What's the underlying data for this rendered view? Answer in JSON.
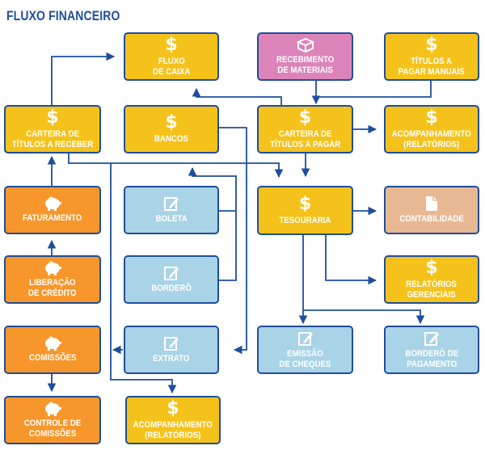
{
  "title": "FLUXO FINANCEIRO",
  "colors": {
    "line": "#1f4e9c",
    "yellow": "#f5c21b",
    "orange": "#f7962b",
    "blue": "#a9d3e6",
    "pink": "#dc84b9",
    "peach": "#e8b893"
  },
  "nodes": {
    "fluxo_caixa": {
      "label": "FLUXO\nDE CAIXA",
      "icon": "dollar-icon"
    },
    "recebimento": {
      "label": "RECEBIMENTO\nDE MATERIAIS",
      "icon": "box-icon"
    },
    "titulos_pagar_manuais": {
      "label": "TÍTULOS A\nPAGAR MANUAIS",
      "icon": "dollar-icon"
    },
    "carteira_receber": {
      "label": "CARTEIRA DE\nTÍTULOS A RECEBER",
      "icon": "dollar-icon"
    },
    "bancos": {
      "label": "BANCOS",
      "icon": "dollar-icon"
    },
    "carteira_pagar": {
      "label": "CARTEIRA DE\nTÍTULOS A PAGAR",
      "icon": "dollar-icon"
    },
    "acompanhamento_top": {
      "label": "ACOMPANHAMENTO\n(RELATÓRIOS)",
      "icon": "dollar-icon"
    },
    "faturamento": {
      "label": "FATURAMENTO",
      "icon": "piggy-bank-icon"
    },
    "boleta": {
      "label": "BOLETA",
      "icon": "edit-icon"
    },
    "tesouraria": {
      "label": "TESOURARIA",
      "icon": "dollar-icon"
    },
    "contabilidade": {
      "label": "CONTABILIDADE",
      "icon": "document-icon"
    },
    "liberacao": {
      "label": "LIBERAÇÃO\nDE CRÉDITO",
      "icon": "piggy-bank-icon"
    },
    "bordero": {
      "label": "BORDERÔ",
      "icon": "edit-icon"
    },
    "relatorios_gerenciais": {
      "label": "RELATÓRIOS\nGERENCIAIS",
      "icon": "dollar-icon"
    },
    "comissoes": {
      "label": "COMISSÕES",
      "icon": "piggy-bank-icon"
    },
    "extrato": {
      "label": "EXTRATO",
      "icon": "edit-icon"
    },
    "emissao_cheques": {
      "label": "EMISSÃO\nDE CHEQUES",
      "icon": "edit-icon"
    },
    "bordero_pagamento": {
      "label": "BORDERÔ DE\nPAGAMENTO",
      "icon": "edit-icon"
    },
    "controle_comissoes": {
      "label": "CONTROLE DE\nCOMISSÕES",
      "icon": "piggy-bank-icon"
    },
    "acompanhamento_bottom": {
      "label": "ACOMPANHAMENTO\n(RELATÓRIOS)",
      "icon": "dollar-icon"
    }
  }
}
